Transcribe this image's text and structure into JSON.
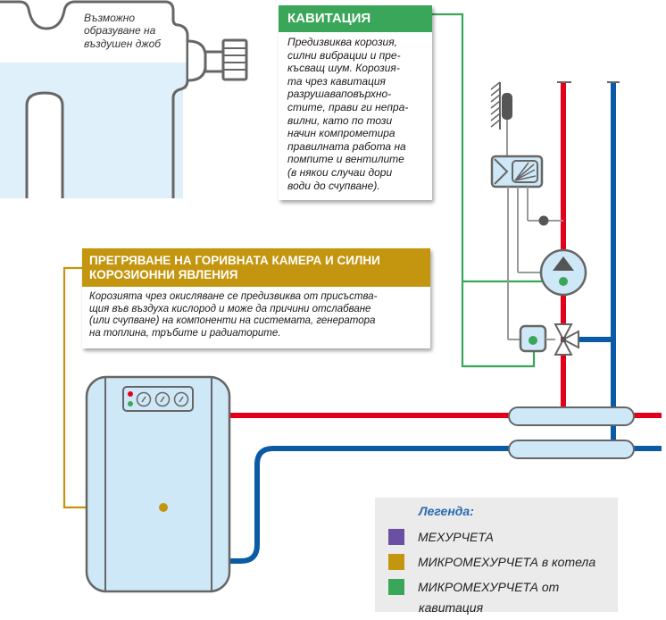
{
  "air_pocket_label": [
    "Възможно",
    "образуване на",
    "въздушен джоб"
  ],
  "cavitation": {
    "title": "КАВИТАЦИЯ",
    "color": "#3aa659",
    "body": [
      "Предизвиква корозия,",
      "силни вибрации и пре-",
      "късващ шум. Корозия-",
      "та чрез кавитация",
      "разрушаваповърхно-",
      "стите, прави ги непра-",
      "вилни, като по този",
      "начин компрометира",
      "правилната работа на",
      "помпите и вентилите",
      "(в някои случаи дори",
      "води до счупване)."
    ]
  },
  "overheating": {
    "title": [
      "ПРЕГРЯВАНЕ НА ГОРИВНАТА КАМЕРА И СИЛНИ",
      "КОРОЗИОННИ ЯВЛЕНИЯ"
    ],
    "color": "#c4950f",
    "body": [
      "Корозията чрез окисляване се предизвиква от присъства-",
      "щия във въздуха кислород и може да причини отслабване",
      "(или счупване) на компоненти на системата, генератора",
      "на топлина, тръбите и радиаторите."
    ]
  },
  "legend": {
    "title": "Легенда:",
    "items": [
      {
        "label": "МЕХУРЧЕТА",
        "color": "#6a4fa3"
      },
      {
        "label": "МИКРОМЕХУРЧЕТА в котела",
        "color": "#c4950f"
      },
      {
        "label": "МИКРОМЕХУРЧЕТА от",
        "color": "#3aa659"
      }
    ],
    "continuation": "кавитация"
  },
  "colors": {
    "hot_pipe": "#e2001a",
    "cold_pipe": "#0a5aa6",
    "equipment_fill": "#cfe8f7",
    "outline": "#666666",
    "water": "#dff0fa"
  }
}
